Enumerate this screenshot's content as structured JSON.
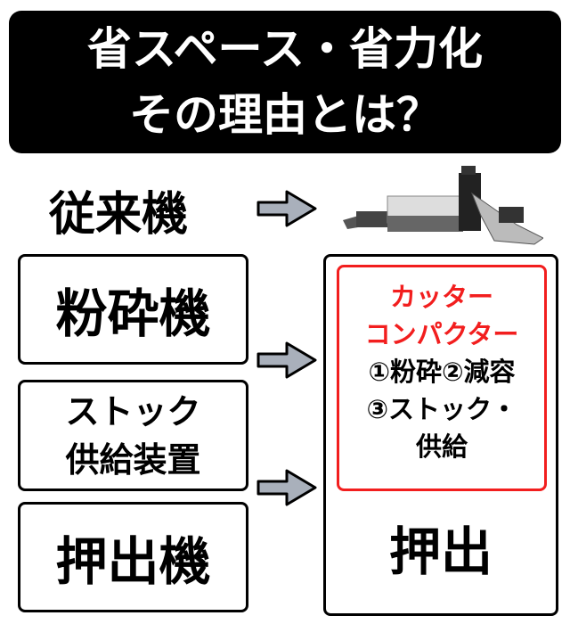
{
  "title": {
    "line1": "省スペース・省力化",
    "line2": "その理由とは？"
  },
  "conventional_label": "従来機",
  "left": {
    "crusher": "粉砕機",
    "stock_line1": "ストック",
    "stock_line2": "供給装置",
    "extruder": "押出機"
  },
  "right": {
    "name_line1": "カッター",
    "name_line2": "コンパクター",
    "func_line1": "①粉砕②減容",
    "func_line2": "③ストック・",
    "func_line3": "供給",
    "extruder": "押出"
  },
  "colors": {
    "accent_red": "#f21e1e",
    "arrow_fill": "#a9b0bb"
  }
}
